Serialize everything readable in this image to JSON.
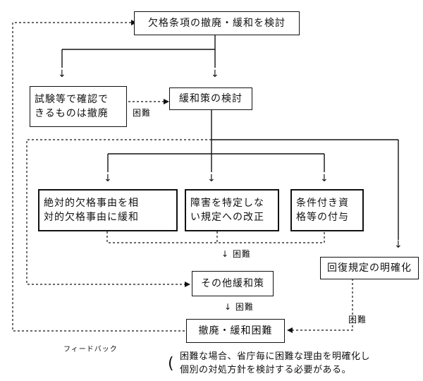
{
  "boxes": {
    "review_abolition": "欠格条項の撤廃・緩和を検討",
    "confirm_by_exam_line1": "試験等で確認で",
    "confirm_by_exam_line2": "きるものは撤廃",
    "review_relaxation": "緩和策の検討",
    "absolute_to_relative_line1": "絶対的欠格事由を相",
    "absolute_to_relative_line2": "対的欠格事由に緩和",
    "no_disability_spec_line1": "障害を特定しな",
    "no_disability_spec_line2": "い規定への改正",
    "conditional_qualification_line1": "条件付き資",
    "conditional_qualification_line2": "格等の付与",
    "recovery_clarification": "回復規定の明確化",
    "other_measures": "その他緩和策",
    "abolition_difficult": "撤廃・緩和困難"
  },
  "labels": {
    "difficult": "困難",
    "difficult_arrow": "↓ 困難"
  },
  "feedback": "フィードバック",
  "note": {
    "line1": "困難な場合、省庁毎に困難な理由を明確化し",
    "line2": "個別の対処方針を検討する必要がある。"
  },
  "colors": {
    "ink": "#111111",
    "background": "#ffffff"
  }
}
